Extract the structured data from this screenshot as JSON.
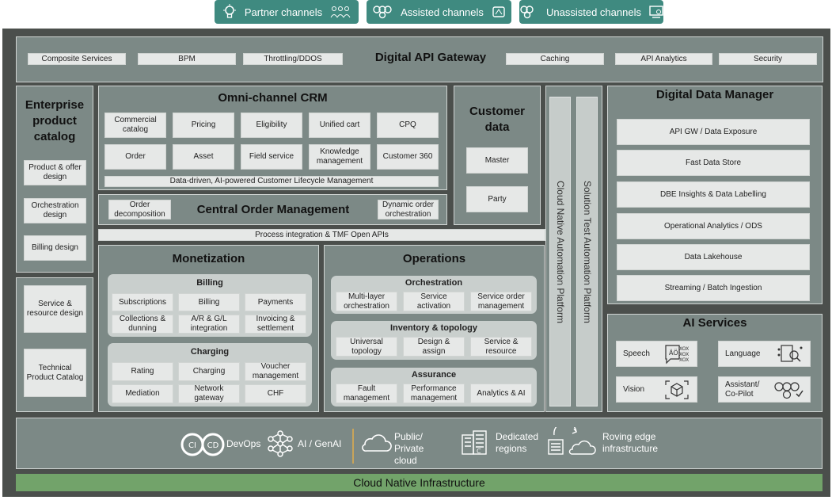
{
  "channels": [
    {
      "label": "Partner channels",
      "icon": "idea-people-icon"
    },
    {
      "label": "Assisted channels",
      "icon": "assisted-agent-icon"
    },
    {
      "label": "Unassisted channels",
      "icon": "self-service-icon"
    }
  ],
  "gateway": {
    "title": "Digital API Gateway",
    "left_items": [
      "Composite Services",
      "BPM",
      "Throttling/DDOS"
    ],
    "right_items": [
      "Caching",
      "API Analytics",
      "Security"
    ]
  },
  "epc": {
    "title": "Enterprise product catalog",
    "items": [
      "Product & offer design",
      "Orchestration design",
      "Billing design"
    ]
  },
  "service": {
    "items": [
      "Service & resource design",
      "Technical Product Catalog"
    ]
  },
  "crm": {
    "title": "Omni-channel CRM",
    "row1": [
      "Commercial catalog",
      "Pricing",
      "Eligibility",
      "Unified cart",
      "CPQ"
    ],
    "row2": [
      "Order",
      "Asset",
      "Field service",
      "Knowledge management",
      "Customer 360"
    ],
    "footer": "Data-driven, AI-powered Customer Lifecycle Management"
  },
  "com": {
    "title": "Central Order Management",
    "left": "Order decomposition",
    "right": "Dynamic order orchestration"
  },
  "customer_data": {
    "title": "Customer data",
    "items": [
      "Master",
      "Party"
    ]
  },
  "process_bar": "Process integration & TMF Open APIs",
  "monetization": {
    "title": "Monetization",
    "billing": {
      "title": "Billing",
      "items": [
        "Subscriptions",
        "Billing",
        "Payments",
        "Collections & dunning",
        "A/R & G/L integration",
        "Invoicing & settlement"
      ]
    },
    "charging": {
      "title": "Charging",
      "items": [
        "Rating",
        "Charging",
        "Voucher management",
        "Mediation",
        "Network gateway",
        "CHF"
      ]
    }
  },
  "operations": {
    "title": "Operations",
    "orchestration": {
      "title": "Orchestration",
      "items": [
        "Multi-layer orchestration",
        "Service activation",
        "Service order management"
      ]
    },
    "inventory": {
      "title": "Inventory & topology",
      "items": [
        "Universal topology",
        "Design & assign",
        "Service & resource"
      ]
    },
    "assurance": {
      "title": "Assurance",
      "items": [
        "Fault management",
        "Performance management",
        "Analytics & AI"
      ]
    }
  },
  "vertical": [
    "Cloud Native Automation Platform",
    "Solution Test Automation Platform"
  ],
  "ddm": {
    "title": "Digital Data Manager",
    "items": [
      "API GW / Data Exposure",
      "Fast Data Store",
      "DBE Insights & Data Labelling",
      "Operational Analytics / ODS",
      "Data Lakehouse",
      "Streaming / Batch Ingestion"
    ]
  },
  "ai": {
    "title": "AI Services",
    "items": [
      {
        "label": "Speech",
        "icon": "speech-icon",
        "glyph": "XOX"
      },
      {
        "label": "Language",
        "icon": "language-icon"
      },
      {
        "label": "Vision",
        "icon": "vision-icon"
      },
      {
        "label": "Assistant/ Co-Pilot",
        "icon": "assistant-icon"
      }
    ]
  },
  "infra": {
    "devops": "DevOps",
    "cicd_left": "CI",
    "cicd_right": "CD",
    "ai": "AI / GenAI",
    "cloud": "Public/ Private cloud",
    "regions": "Dedicated regions",
    "edge": "Roving edge infrastructure",
    "title": "Cloud Native Infrastructure"
  },
  "colors": {
    "teal": "#3f8a80",
    "frame": "#4b4f4c",
    "panel": "#7c8986",
    "box": "#e6e8e7",
    "green": "#72a36a"
  }
}
